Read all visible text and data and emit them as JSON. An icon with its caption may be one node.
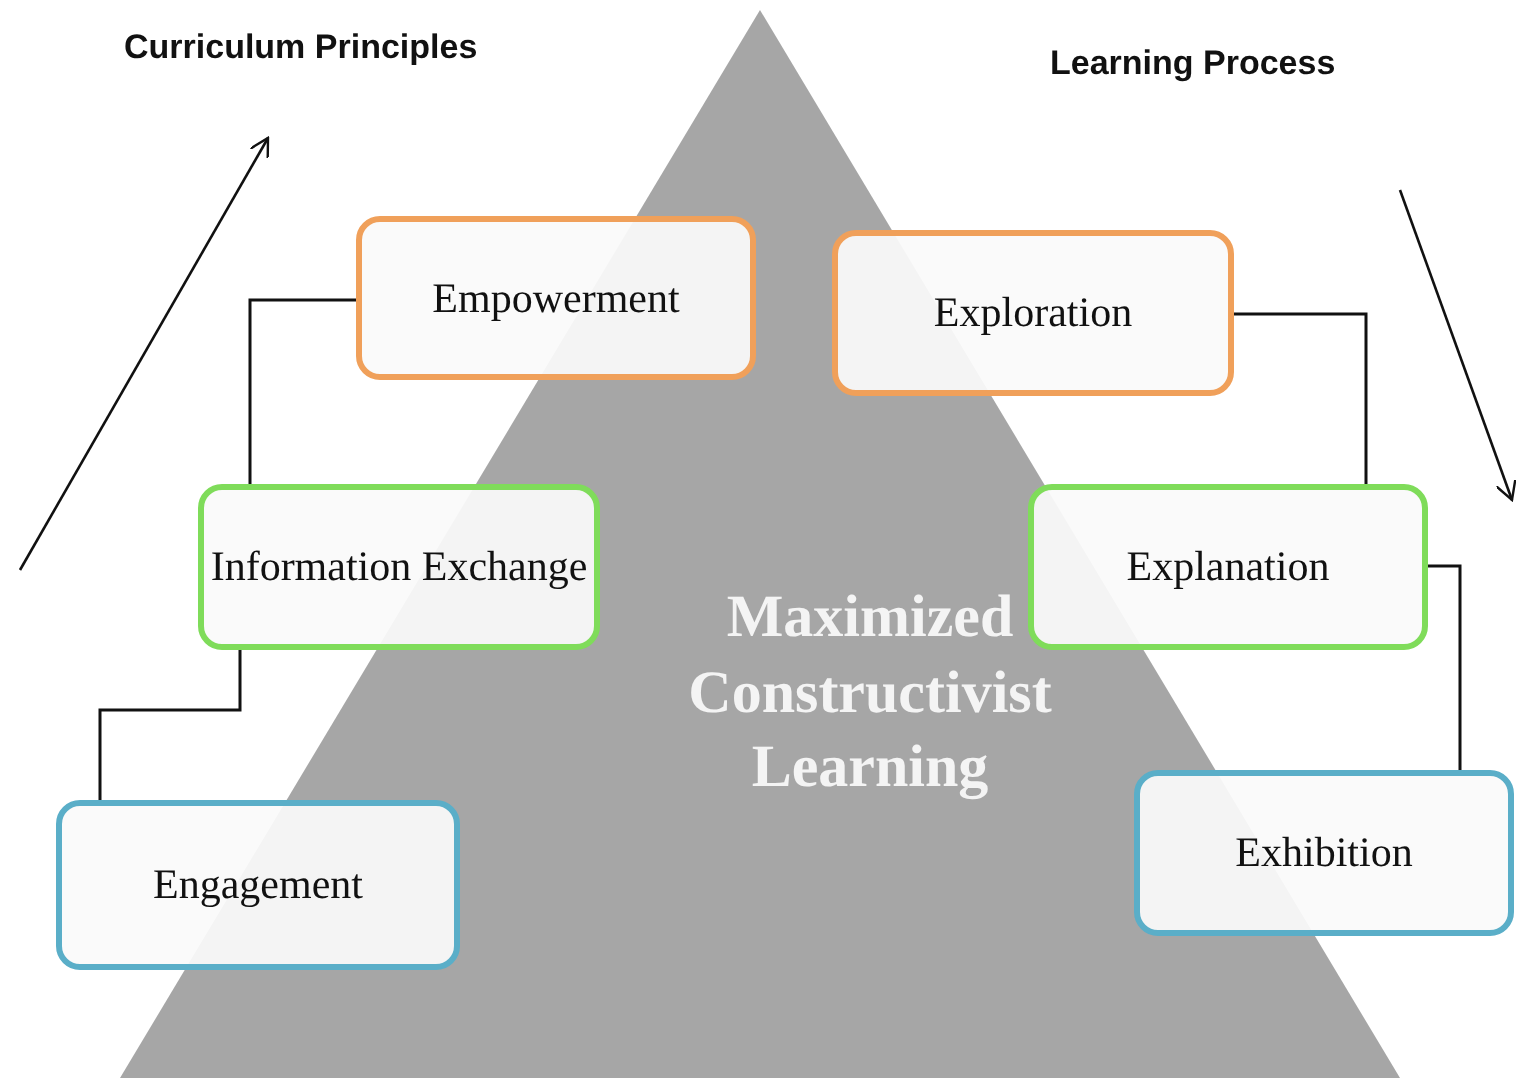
{
  "diagram": {
    "nodes": [
      {
        "text": [
          "Maximized Constructivist Learning"
        ]
      },
      {
        "text": [
          "Empowerment"
        ]
      },
      {
        "text": [
          "Exploration"
        ]
      },
      {
        "text": [
          "Information Exchange"
        ]
      },
      {
        "text": [
          "Explanation"
        ]
      },
      {
        "text": [
          "Engagement"
        ]
      },
      {
        "text": [
          "Exhibition"
        ]
      }
    ],
    "edges": [
      {
        "from": 5,
        "to": 3,
        "arrow": "none"
      },
      {
        "from": 3,
        "to": 1,
        "arrow": "none"
      },
      {
        "from": 2,
        "to": 4,
        "arrow": "none"
      },
      {
        "from": 4,
        "to": 6,
        "arrow": "none"
      }
    ],
    "labels": [
      "Curriculum Principles",
      "Learning Process"
    ]
  }
}
